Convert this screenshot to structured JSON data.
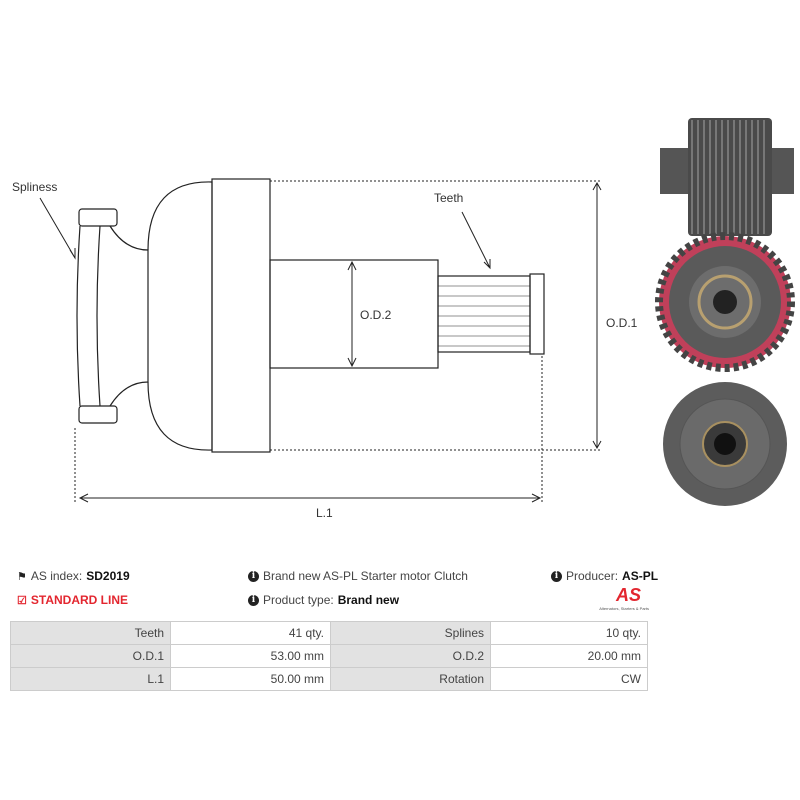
{
  "drawing": {
    "labels": {
      "spliness": "Spliness",
      "teeth": "Teeth",
      "od2": "O.D.2",
      "od1": "O.D.1",
      "l1": "L.1"
    }
  },
  "info": {
    "as_index_label": "AS index:",
    "as_index": "SD2019",
    "standard_line": "STANDARD LINE",
    "description": "Brand new AS-PL Starter motor Clutch",
    "product_type_label": "Product type:",
    "product_type": "Brand new",
    "producer_label": "Producer:",
    "producer": "AS-PL",
    "logo_text": "AS",
    "logo_tagline": "Alternators, Starters & Parts"
  },
  "specs": [
    [
      {
        "k": "Teeth",
        "v": "41 qty."
      },
      {
        "k": "Splines",
        "v": "10 qty."
      }
    ],
    [
      {
        "k": "O.D.1",
        "v": "53.00 mm"
      },
      {
        "k": "O.D.2",
        "v": "20.00 mm"
      }
    ],
    [
      {
        "k": "L.1",
        "v": "50.00 mm"
      },
      {
        "k": "Rotation",
        "v": "CW"
      }
    ]
  ],
  "colors": {
    "accent": "#e3262f"
  }
}
